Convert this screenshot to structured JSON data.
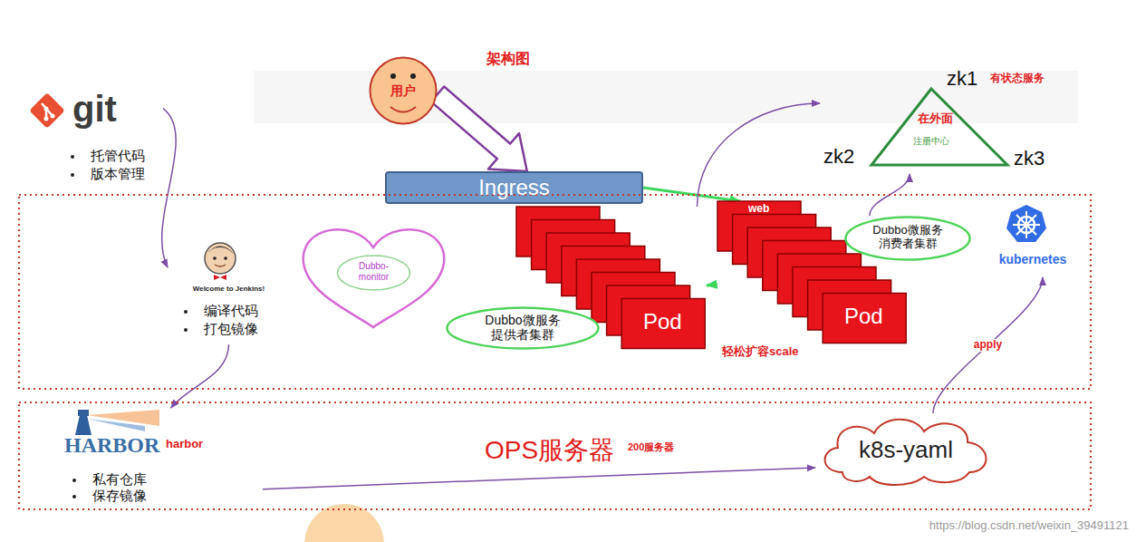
{
  "diagram": {
    "title": "架构图",
    "nodes": [
      {
        "text": [
          "git",
          "托管代码",
          "版本管理"
        ]
      },
      {
        "text": [
          "用户"
        ]
      },
      {
        "text": [
          "zk1",
          "有状态服务",
          "在外面",
          "注册中心",
          "zk2",
          "zk3"
        ]
      },
      {
        "text": [
          "Ingress"
        ]
      },
      {
        "text": []
      },
      {
        "text": [
          "Welcome to Jenkins!",
          "编译代码",
          "打包镜像"
        ],
        "in": 4
      },
      {
        "text": [
          "Dubbo-monitor"
        ],
        "in": 4
      },
      {
        "text": [
          "Pod"
        ],
        "in": 4
      },
      {
        "text": [
          "Dubbo微服务提供者集群"
        ],
        "in": 4
      },
      {
        "text": [
          "web",
          "Pod"
        ],
        "in": 4
      },
      {
        "text": [
          "Dubbo微服务消费者集群"
        ],
        "in": 4
      },
      {
        "text": [
          "kubernetes"
        ],
        "in": 4
      },
      {
        "text": [
          "OPS服务器",
          "200服务器"
        ]
      },
      {
        "text": [
          "HARBOR",
          "harbor",
          "私有仓库",
          "保存镜像"
        ],
        "in": 12
      },
      {
        "text": [
          "k8s-yaml"
        ],
        "in": 12
      }
    ],
    "edges": [
      {
        "from": 0,
        "to": 5,
        "arrow": "to"
      },
      {
        "from": 1,
        "to": 3,
        "arrow": "to"
      },
      {
        "from": 3,
        "to": 9,
        "arrow": "to"
      },
      {
        "from": 9,
        "to": 7,
        "arrow": "to"
      },
      {
        "from": 10,
        "to": 2,
        "arrow": "to"
      },
      {
        "from": 7,
        "to": 2,
        "arrow": "to"
      },
      {
        "from": 5,
        "to": 13,
        "arrow": "to"
      },
      {
        "from": 13,
        "to": 14,
        "arrow": "to"
      },
      {
        "from": 14,
        "to": 11,
        "label": "apply",
        "arrow": "to"
      }
    ],
    "labels": [
      "轻松扩容scale",
      "https://blog.csdn.net/weixin_39491121"
    ]
  }
}
